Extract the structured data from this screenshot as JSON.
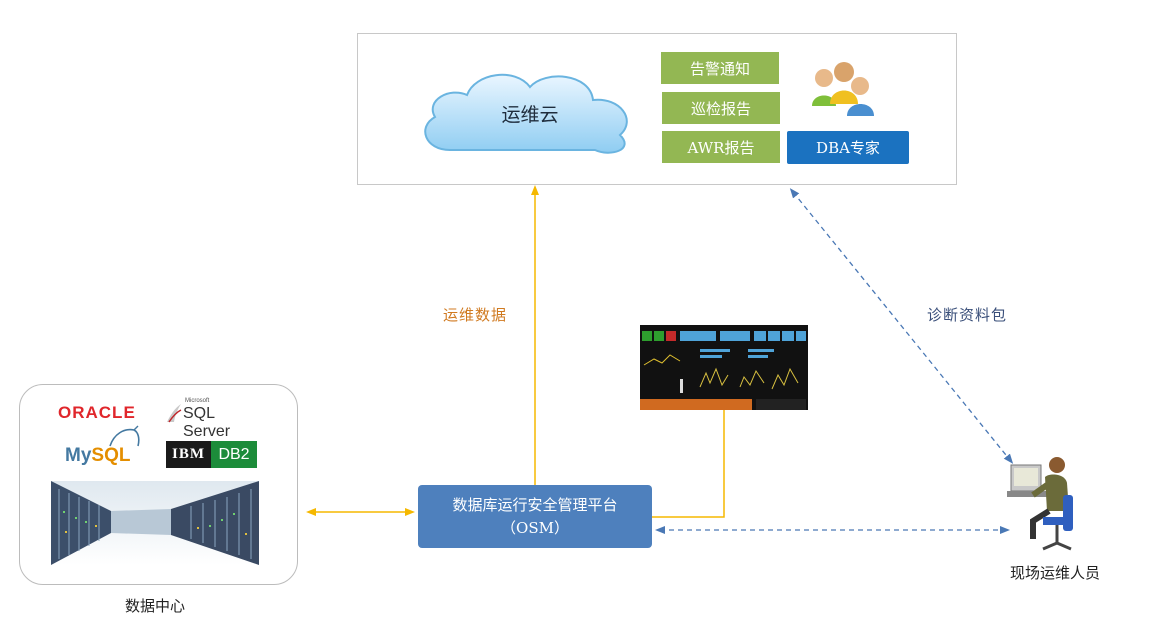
{
  "cloud": {
    "label": "运维云",
    "services": [
      "告警通知",
      "巡检报告",
      "AWR报告"
    ],
    "dba_label": "DBA专家"
  },
  "osm": {
    "line1": "数据库运行安全管理平台",
    "line2": "（OSM）"
  },
  "datacenter": {
    "caption": "数据中心",
    "logos": {
      "oracle": "ORACLE",
      "sqlserver_small": "Microsoft",
      "sqlserver": "SQL Server",
      "mysql_my": "My",
      "mysql_sql": "SQL",
      "ibm": "IBM",
      "db2": "DB2"
    }
  },
  "connections": {
    "ops_data_label": "运维数据",
    "diag_label": "诊断资料包"
  },
  "onsite": {
    "caption": "现场运维人员"
  },
  "colors": {
    "green_button": "#93b753",
    "blue_button": "#1b72c0",
    "osm_box": "#4e80bd",
    "arrow_yellow": "#f5b800",
    "arrow_dashed": "#4a78b5",
    "ops_label": "#d07a20"
  },
  "icons": [
    "cloud-icon",
    "users-group-icon",
    "server-room-image",
    "monitor-dashboard-image",
    "operator-at-computer-icon"
  ]
}
